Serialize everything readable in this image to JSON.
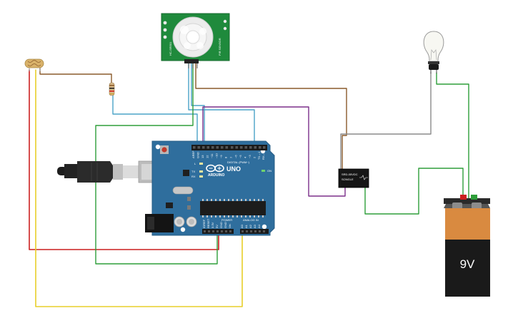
{
  "board": {
    "model": "UNO",
    "brand": "ARDUINO",
    "digital_header": "DIGITAL (PWM~)",
    "power_header": "POWER",
    "analog_header": "ANALOG IN",
    "tx": "TX",
    "rx": "RX",
    "led_l": "L",
    "on": "ON",
    "digital_pins": [
      "AREF",
      "GND",
      "13",
      "12",
      "~11",
      "~10",
      "~9",
      "8",
      "7",
      "~6",
      "~5",
      "4",
      "~3",
      "2",
      "TX→1",
      "RX←0"
    ],
    "power_pins": [
      "IOREF",
      "RESET",
      "3.3V",
      "5V",
      "GND",
      "GND",
      "Vin"
    ],
    "analog_pins": [
      "A0",
      "A1",
      "A2",
      "A3",
      "A4",
      "A5"
    ]
  },
  "battery": {
    "label": "9V"
  },
  "pir": {
    "left_text": "HC-SR501",
    "right_text": "PIR SENSOR"
  },
  "relay": {
    "line1": "SRD-05VDC",
    "line2": "SONGLE"
  },
  "colors": {
    "board": "#2f6e9d",
    "wire_red": "#cc1f1f",
    "wire_yellow": "#e8cf2a",
    "wire_green": "#2e9e3a",
    "wire_brown": "#8a5a2b",
    "wire_cyan": "#4aa3c7",
    "wire_purple": "#7b2f8a",
    "wire_gray": "#8a8a8a",
    "pir_board": "#1f8a3c",
    "battery_top": "#d98a40"
  }
}
